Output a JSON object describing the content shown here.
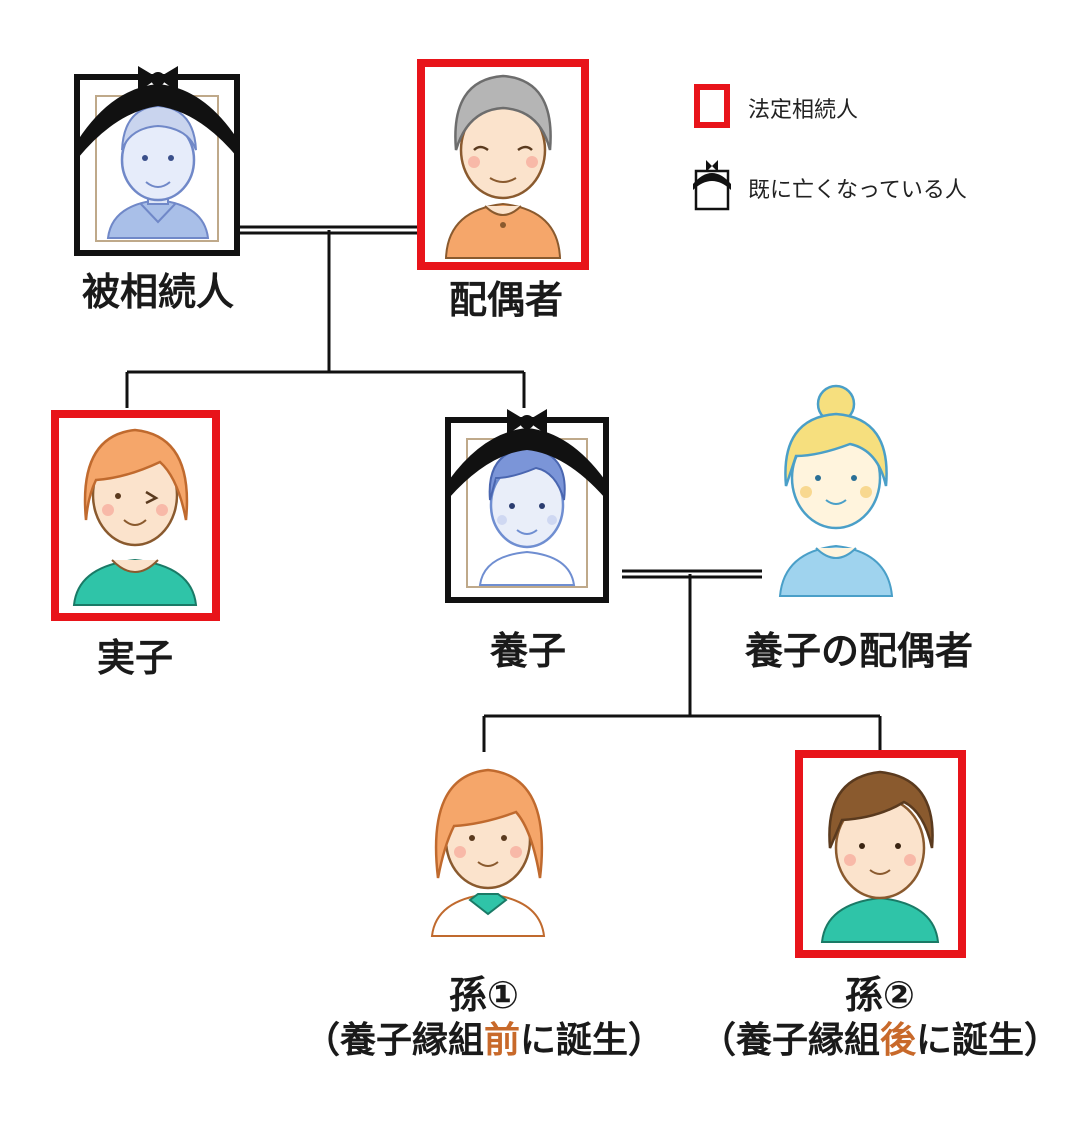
{
  "legend": {
    "heir": "法定相続人",
    "deceased": "既に亡くなっている人"
  },
  "people": {
    "decedent": "被相続人",
    "spouse": "配偶者",
    "biological_child": "実子",
    "adopted_child": "養子",
    "adopted_child_spouse": "養子の配偶者",
    "grandchild1": {
      "name": "孫①",
      "note_prefix": "（養子縁組",
      "note_highlight": "前",
      "note_suffix": "に誕生）"
    },
    "grandchild2": {
      "name": "孫②",
      "note_prefix": "（養子縁組",
      "note_highlight": "後",
      "note_suffix": "に誕生）"
    }
  },
  "colors": {
    "heir_frame": "#e8141a",
    "mourning_frame": "#111111",
    "line": "#111111",
    "highlight_text": "#c8692a"
  }
}
